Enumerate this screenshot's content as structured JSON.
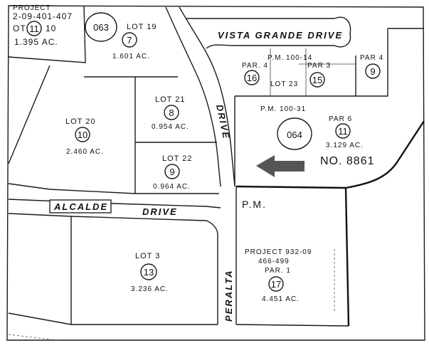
{
  "project_top_left": {
    "line1": "PROJECT",
    "line2": "2-09-401-407",
    "line3": "OT",
    "lot_number": "11",
    "line3b": "10",
    "acreage": "1.395 AC."
  },
  "book_page_063": "063",
  "book_page_064": "064",
  "streets": {
    "vista_grande": "VISTA GRANDE DRIVE",
    "drive_vertical": "DRIVE",
    "alcalde": "ALCALDE",
    "alcalde_drive": "DRIVE",
    "peralta": "PERALTA"
  },
  "lots": {
    "lot19": {
      "name": "LOT 19",
      "number": "7",
      "acreage": "1.601 AC."
    },
    "lot20": {
      "name": "LOT 20",
      "number": "10",
      "acreage": "2.460 AC."
    },
    "lot21": {
      "name": "LOT 21",
      "number": "8",
      "acreage": "0.954 AC."
    },
    "lot22": {
      "name": "LOT 22",
      "number": "9",
      "acreage": "0.964 AC."
    },
    "lot3": {
      "name": "LOT 3",
      "number": "13",
      "acreage": "3.236 AC."
    }
  },
  "parcels": {
    "par4a": {
      "name": "P.M.",
      "sub": "PAR. 4",
      "pm": "100-14",
      "number": "16"
    },
    "par3": {
      "name": "PAR 3",
      "number": "15"
    },
    "lot23": {
      "name": "LOT 23"
    },
    "par4b": {
      "name": "PAR 4",
      "number": "9"
    },
    "pm100_31": {
      "name": "P.M. 100-31"
    },
    "par6": {
      "name": "PAR 6",
      "number": "11",
      "acreage": "3.129 AC."
    },
    "no_8861": "NO. 8861",
    "pm_large": "P.M.",
    "project932": {
      "line1": "PROJECT 932-09",
      "line2": "466-499",
      "line3": "PAR. 1",
      "number": "17",
      "acreage": "4.451 AC."
    }
  },
  "marker_color": "#555555"
}
